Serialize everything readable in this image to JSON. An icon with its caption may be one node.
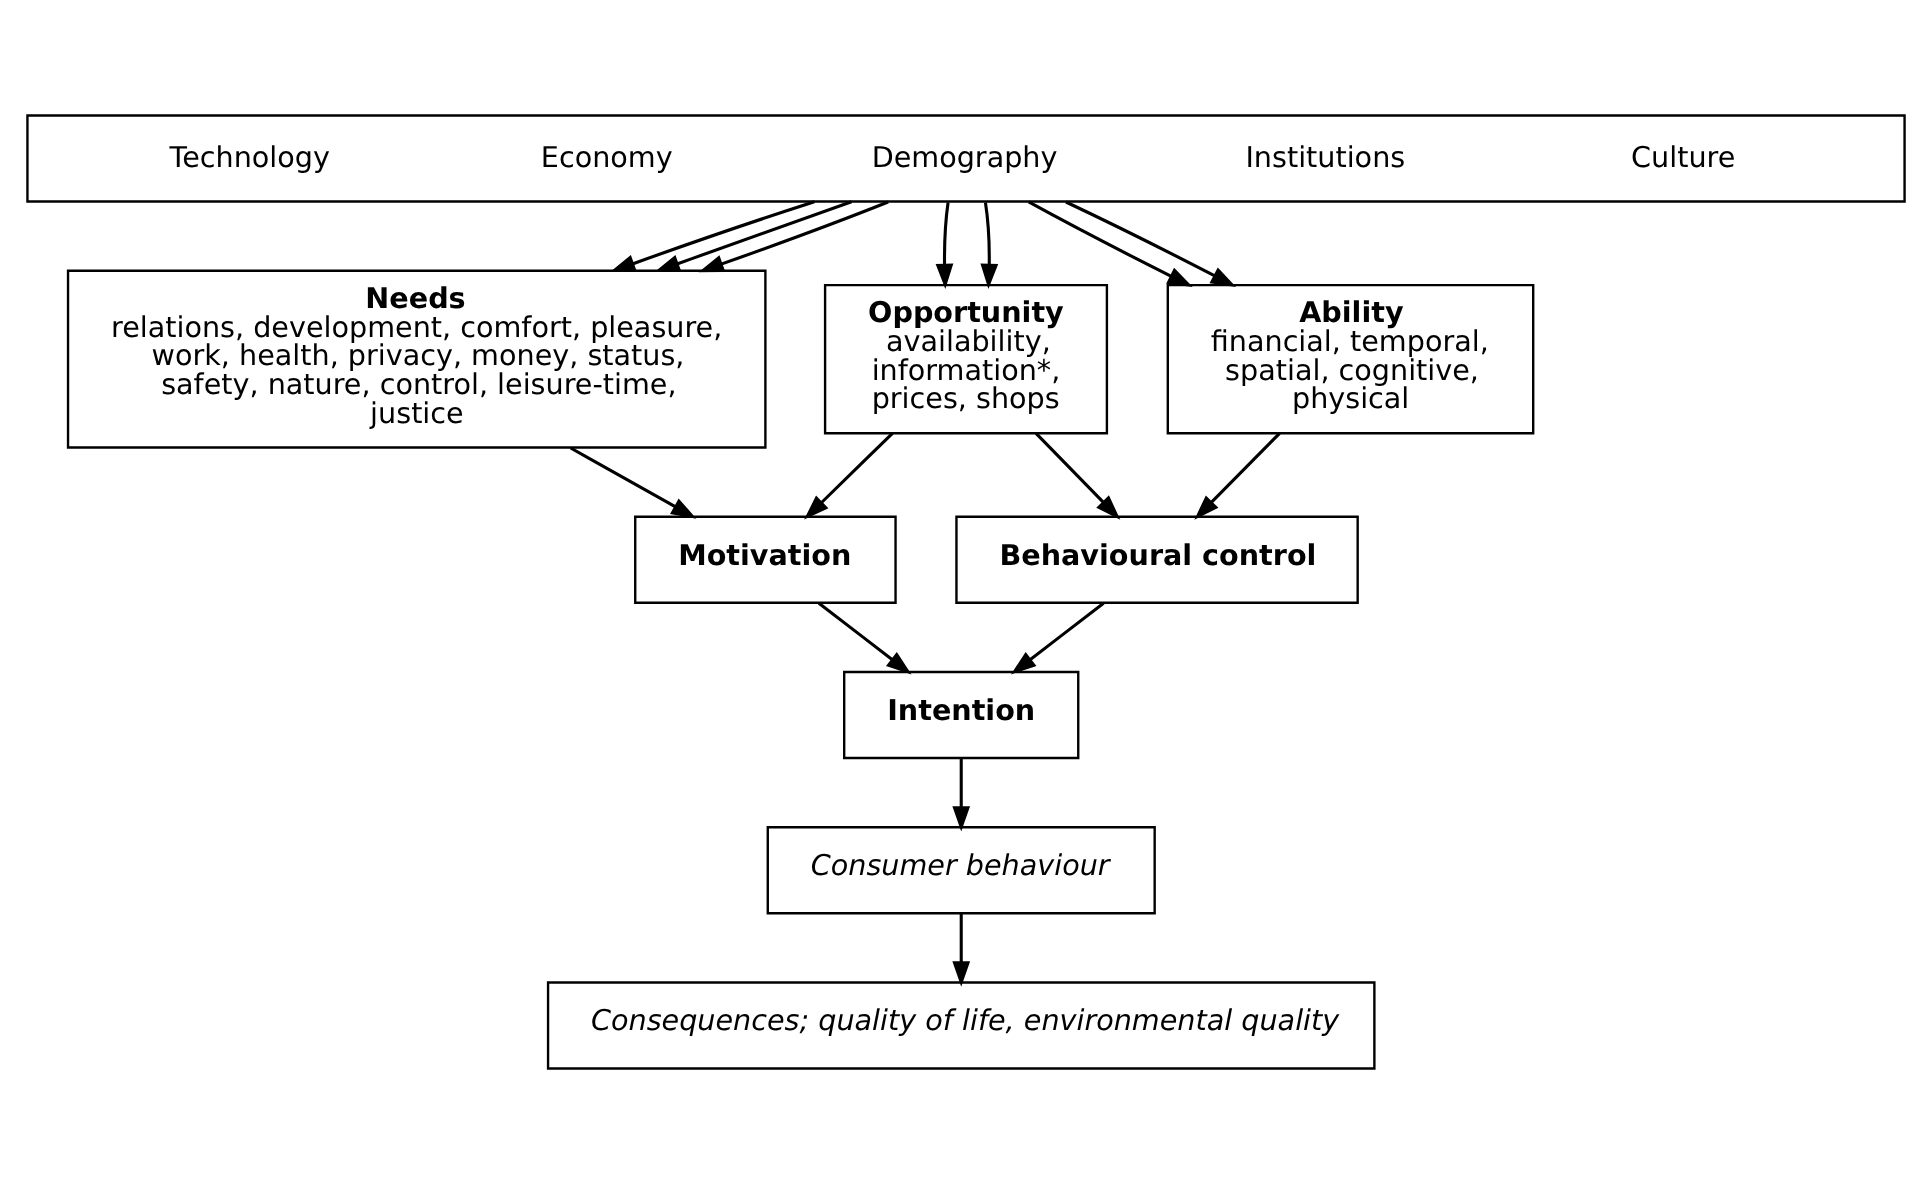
{
  "diagram": {
    "nodes": [
      {
        "text": [
          "Technology",
          "Economy",
          "Demography",
          "Institutions",
          "Culture"
        ]
      },
      {
        "text": [
          "Needs",
          "relations, development, comfort, pleasure, work, health, privacy, money, status, safety, nature, control, leisure-time, justice"
        ]
      },
      {
        "text": [
          "Opportunity",
          "availability, information*, prices, shops"
        ]
      },
      {
        "text": [
          "Ability",
          "financial, temporal, spatial, cognitive, physical"
        ]
      },
      {
        "text": [
          "Motivation"
        ]
      },
      {
        "text": [
          "Behavioural control"
        ]
      },
      {
        "text": [
          "Intention"
        ]
      },
      {
        "text": [
          "Consumer behaviour"
        ]
      },
      {
        "text": [
          "Consequences; quality of life, environmental quality"
        ]
      }
    ],
    "edges": [
      {
        "from": 0,
        "to": 1,
        "arrow": "to"
      },
      {
        "from": 0,
        "to": 1,
        "arrow": "to"
      },
      {
        "from": 0,
        "to": 1,
        "arrow": "to"
      },
      {
        "from": 0,
        "to": 2,
        "arrow": "to"
      },
      {
        "from": 0,
        "to": 2,
        "arrow": "to"
      },
      {
        "from": 0,
        "to": 3,
        "arrow": "to"
      },
      {
        "from": 0,
        "to": 3,
        "arrow": "to"
      },
      {
        "from": 1,
        "to": 4,
        "arrow": "to"
      },
      {
        "from": 2,
        "to": 4,
        "arrow": "to"
      },
      {
        "from": 2,
        "to": 5,
        "arrow": "to"
      },
      {
        "from": 3,
        "to": 5,
        "arrow": "to"
      },
      {
        "from": 4,
        "to": 6,
        "arrow": "to"
      },
      {
        "from": 5,
        "to": 6,
        "arrow": "to"
      },
      {
        "from": 6,
        "to": 7,
        "arrow": "to"
      },
      {
        "from": 7,
        "to": 8,
        "arrow": "to"
      }
    ]
  }
}
